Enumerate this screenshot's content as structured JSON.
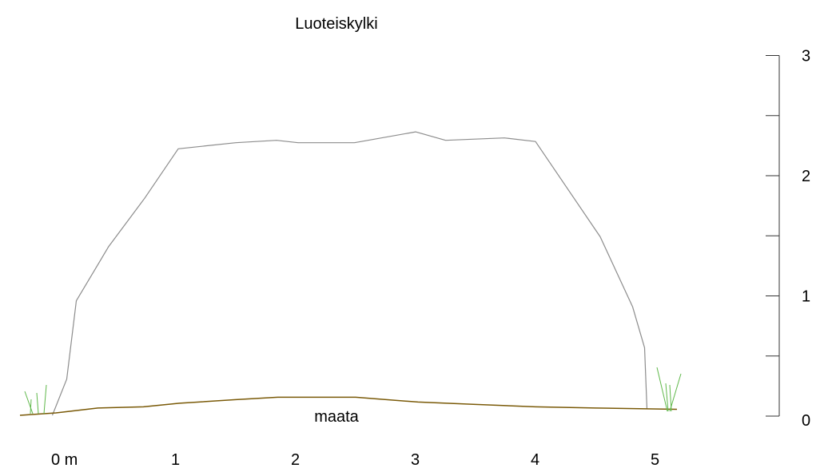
{
  "title": "Luoteiskylki",
  "ground_label": "maata",
  "x_axis": {
    "unit": "m",
    "ticks": [
      {
        "value": 0,
        "label": "0 m"
      },
      {
        "value": 1,
        "label": "1"
      },
      {
        "value": 2,
        "label": "2"
      },
      {
        "value": 3,
        "label": "3"
      },
      {
        "value": 4,
        "label": "4"
      },
      {
        "value": 5,
        "label": "5"
      }
    ]
  },
  "y_scale": {
    "range": [
      0,
      3
    ],
    "major_ticks": [
      {
        "value": 0,
        "label": "0"
      },
      {
        "value": 1,
        "label": "1"
      },
      {
        "value": 2,
        "label": "2"
      },
      {
        "value": 3,
        "label": "3"
      }
    ],
    "minor_step": 0.5
  },
  "stone_outline": [
    [
      -0.03,
      0.0
    ],
    [
      0.09,
      0.3
    ],
    [
      0.17,
      0.95
    ],
    [
      0.44,
      1.4
    ],
    [
      0.74,
      1.8
    ],
    [
      1.02,
      2.21
    ],
    [
      1.5,
      2.26
    ],
    [
      1.84,
      2.28
    ],
    [
      2.02,
      2.26
    ],
    [
      2.49,
      2.26
    ],
    [
      3.0,
      2.35
    ],
    [
      3.25,
      2.28
    ],
    [
      3.74,
      2.3
    ],
    [
      4.0,
      2.27
    ],
    [
      4.54,
      1.48
    ],
    [
      4.81,
      0.9
    ],
    [
      4.91,
      0.56
    ],
    [
      4.93,
      0.05
    ]
  ],
  "ground_profile": [
    [
      -0.3,
      0.0
    ],
    [
      0.0,
      0.02
    ],
    [
      0.35,
      0.06
    ],
    [
      0.73,
      0.07
    ],
    [
      1.03,
      0.1
    ],
    [
      1.5,
      0.13
    ],
    [
      1.85,
      0.15
    ],
    [
      2.15,
      0.15
    ],
    [
      2.5,
      0.15
    ],
    [
      3.02,
      0.11
    ],
    [
      3.5,
      0.09
    ],
    [
      4.0,
      0.07
    ],
    [
      4.5,
      0.06
    ],
    [
      5.18,
      0.05
    ]
  ],
  "colors": {
    "stone_outline": "#8c8c8c",
    "ground_line": "#7a5a08",
    "grass": "#5fb84a",
    "scale": "#333333",
    "text": "#000000"
  }
}
